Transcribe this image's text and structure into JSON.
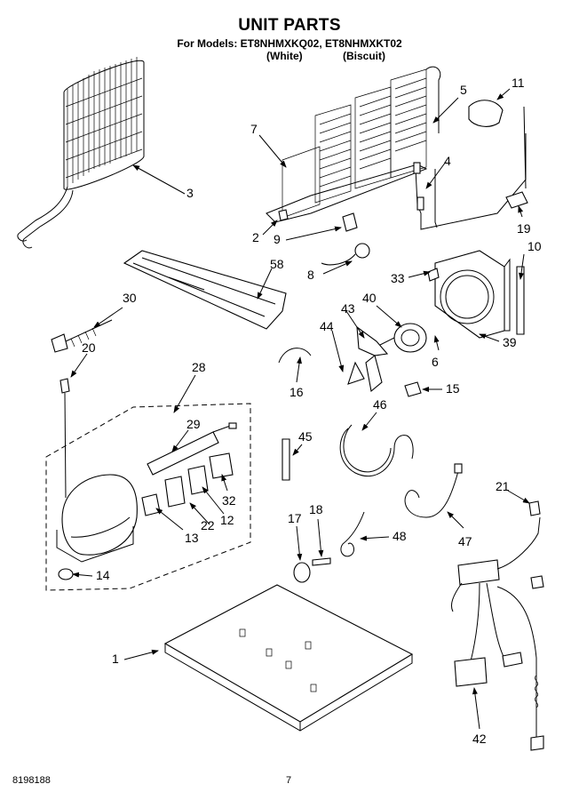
{
  "header": {
    "title": "UNIT PARTS",
    "models_line": "For Models: ET8NHMXKQ02, ET8NHMXKT02",
    "color_white": "(White)",
    "color_biscuit": "(Biscuit)"
  },
  "footer": {
    "doc_number": "8198188",
    "page_number": "7"
  },
  "callouts": [
    "1",
    "2",
    "3",
    "4",
    "5",
    "6",
    "7",
    "8",
    "9",
    "10",
    "11",
    "12",
    "13",
    "14",
    "15",
    "16",
    "17",
    "18",
    "19",
    "20",
    "21",
    "22",
    "28",
    "29",
    "30",
    "32",
    "33",
    "39",
    "40",
    "42",
    "43",
    "44",
    "45",
    "46",
    "47",
    "48",
    "58"
  ]
}
